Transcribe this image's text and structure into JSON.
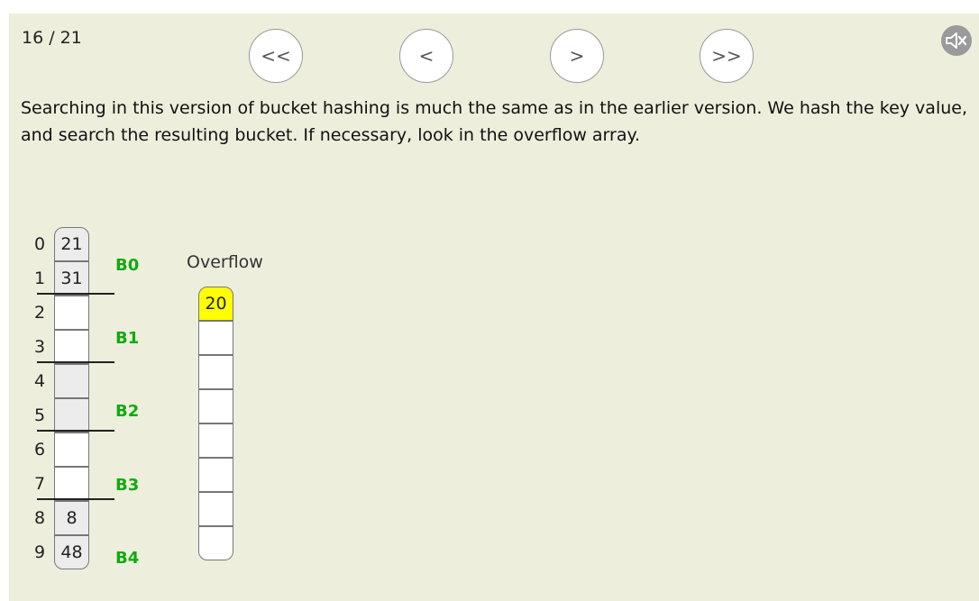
{
  "slide": {
    "counter": "16 / 21"
  },
  "nav": {
    "first": "<<",
    "prev": "<",
    "next": ">",
    "last": ">>"
  },
  "description": "Searching in this version of bucket hashing is much the same as in the earlier version. We hash the key value, and search the resulting bucket. If necessary, look in the overflow array.",
  "hash_table": {
    "indices": [
      "0",
      "1",
      "2",
      "3",
      "4",
      "5",
      "6",
      "7",
      "8",
      "9"
    ],
    "values": [
      "21",
      "31",
      "",
      "",
      "",
      "",
      "",
      "",
      "8",
      "48"
    ],
    "buckets": [
      "B0",
      "B1",
      "B2",
      "B3",
      "B4"
    ]
  },
  "overflow": {
    "title": "Overflow",
    "values": [
      "20",
      "",
      "",
      "",
      "",
      "",
      "",
      "",
      ""
    ],
    "highlight_color": "#ffff00"
  },
  "colors": {
    "bucket_label": "#11aa11",
    "panel_bg": "#eeeedd"
  }
}
